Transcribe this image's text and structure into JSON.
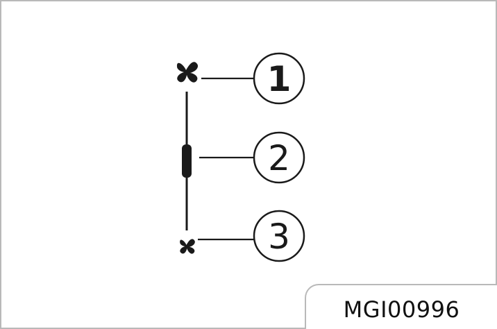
{
  "figure": {
    "id_label": "MGI00996",
    "border_color": "#b9b9b9",
    "ink_color": "#1a1a1a"
  },
  "components": [
    {
      "callout": "1",
      "icon": "fan-icon-large",
      "description": "fan (high speed symbol)"
    },
    {
      "callout": "2",
      "icon": "slider-bar-icon",
      "description": "adjustment slider / rotary bar"
    },
    {
      "callout": "3",
      "icon": "fan-icon-small",
      "description": "fan (low speed symbol)"
    }
  ],
  "callouts": {
    "c1": "1",
    "c2": "2",
    "c3": "3"
  }
}
